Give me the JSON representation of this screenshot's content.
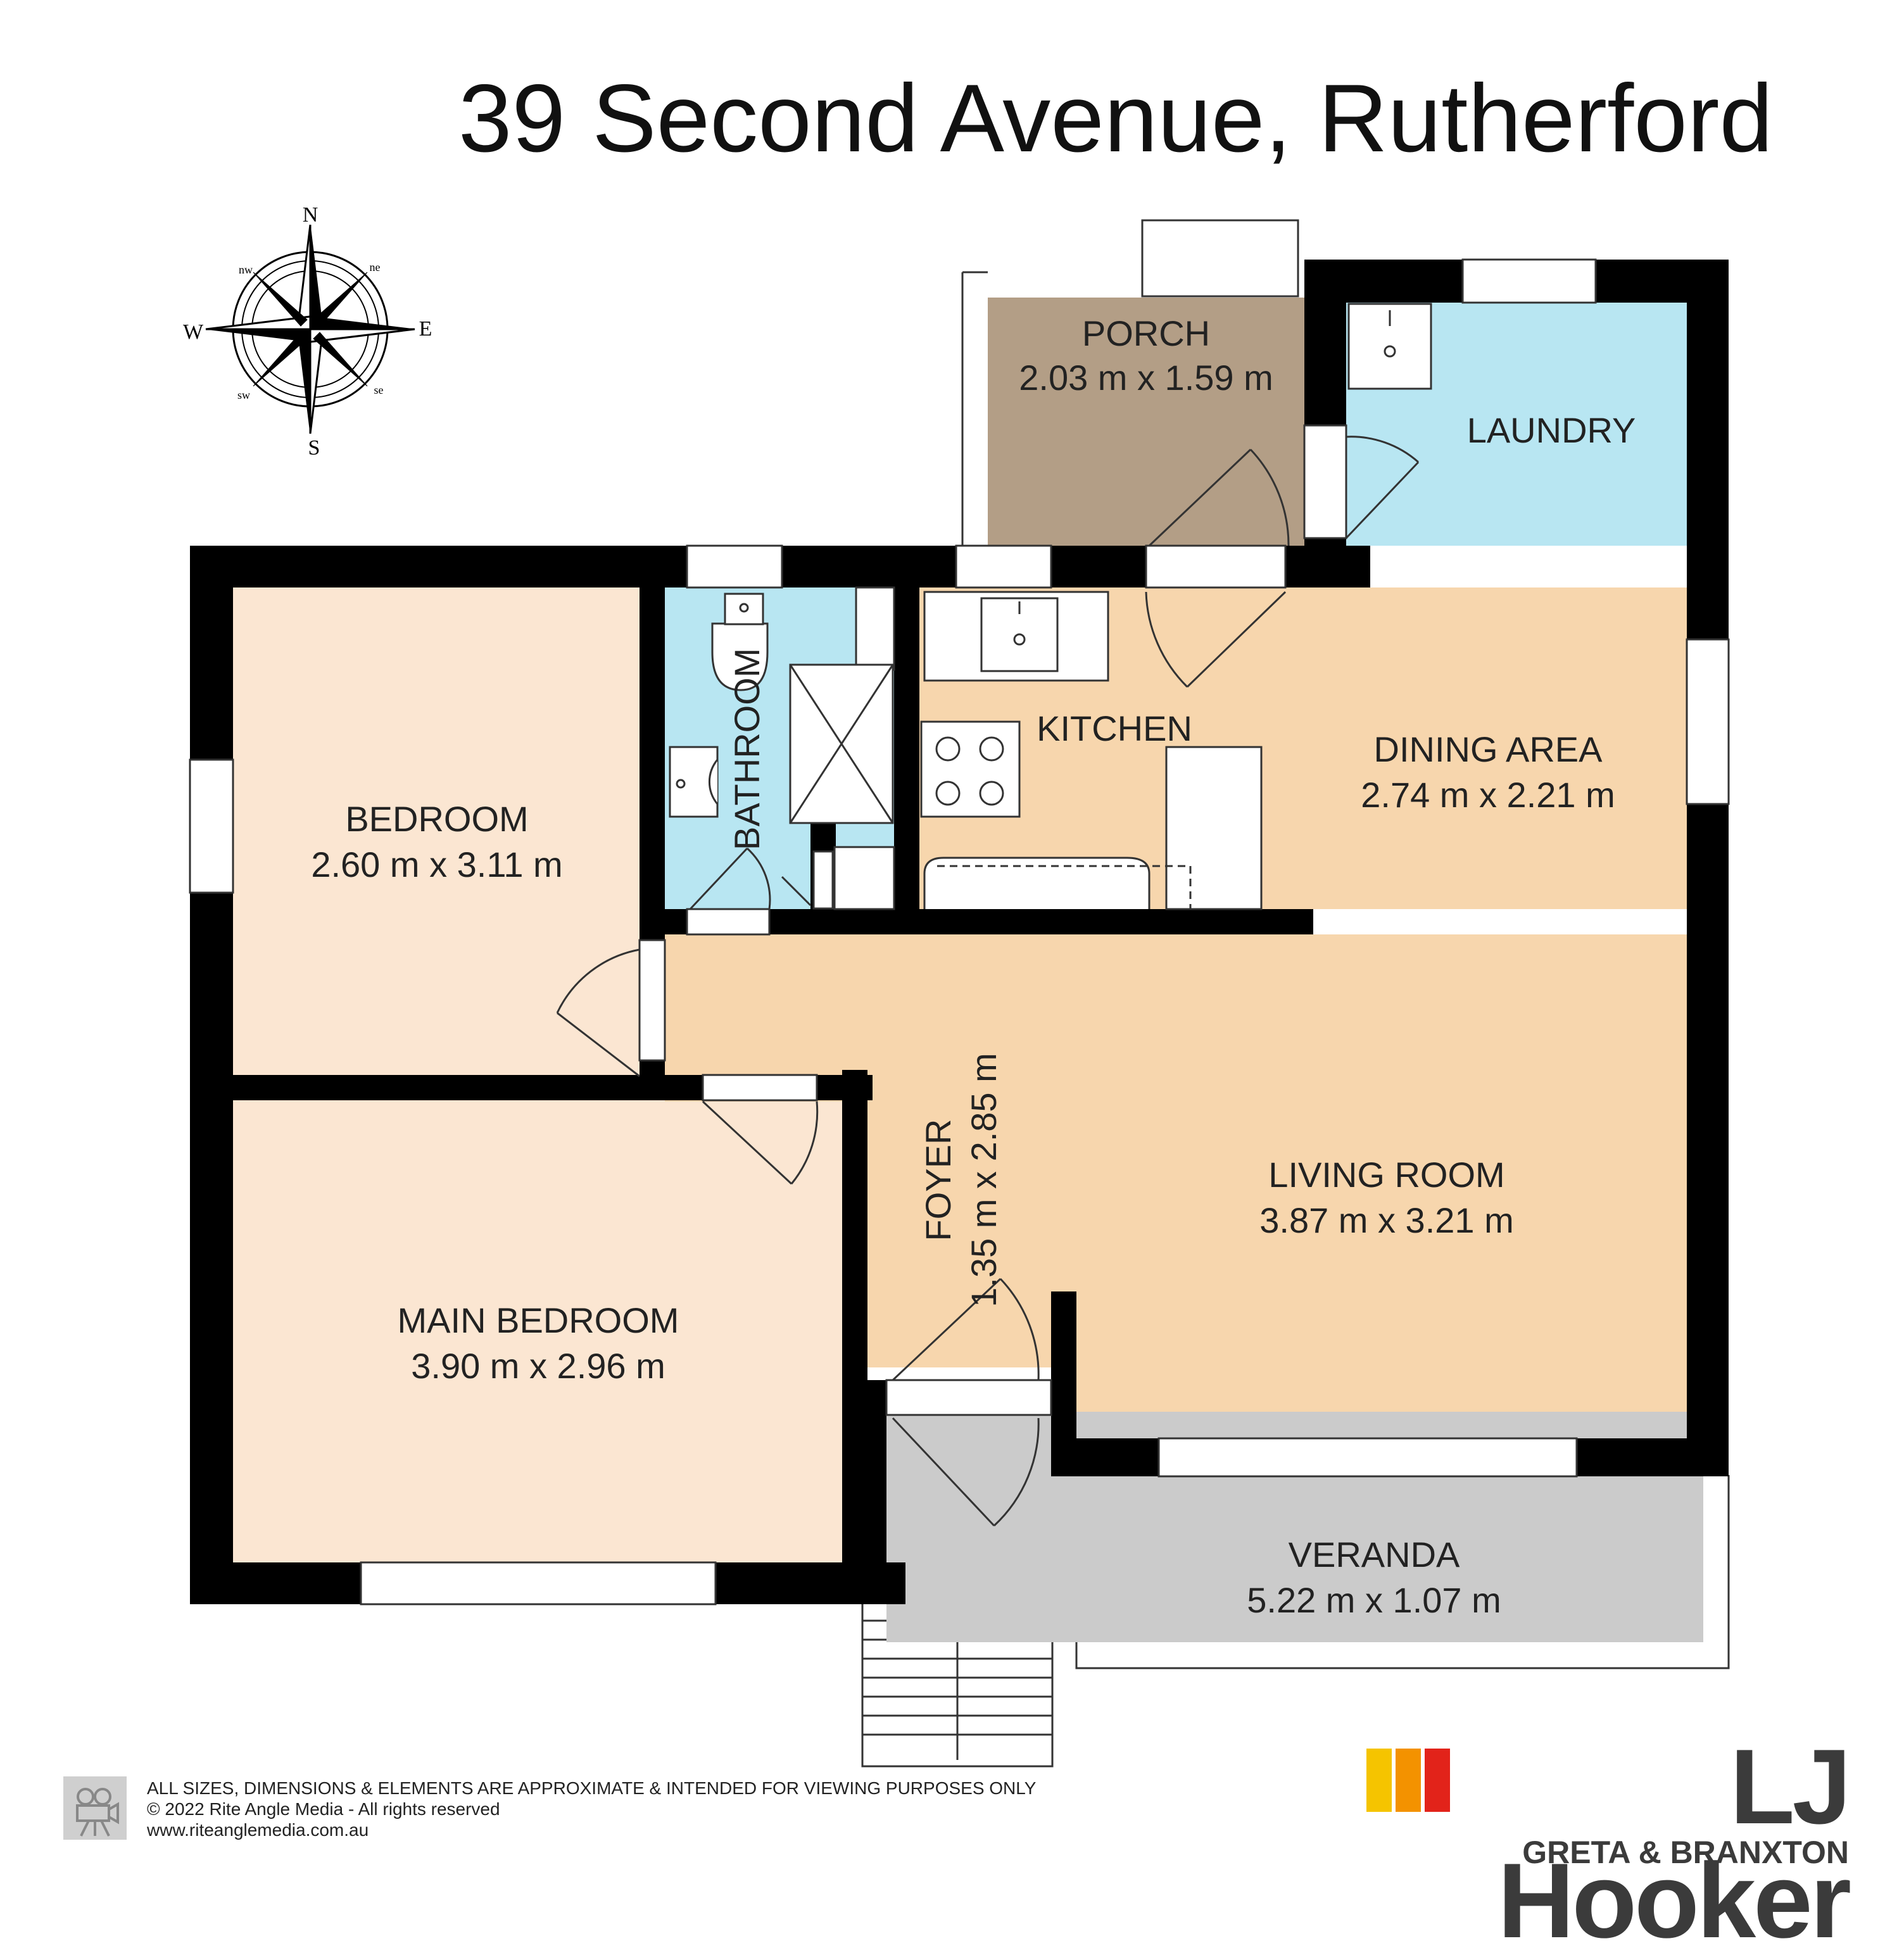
{
  "title": "39 Second Avenue, Rutherford",
  "compass": {
    "N": "N",
    "S": "S",
    "E": "E",
    "W": "W",
    "ne": "ne",
    "nw": "nw",
    "se": "se",
    "sw": "sw"
  },
  "rooms": {
    "porch": {
      "name": "PORCH",
      "dims": "2.03 m x 1.59 m"
    },
    "laundry": {
      "name": "LAUNDRY"
    },
    "bedroom": {
      "name": "BEDROOM",
      "dims": "2.60 m x 3.11 m"
    },
    "bathroom": {
      "name": "BATHROOM"
    },
    "kitchen": {
      "name": "KITCHEN"
    },
    "dining": {
      "name": "DINING AREA",
      "dims": "2.74 m x 2.21 m"
    },
    "foyer": {
      "name": "FOYER",
      "dims": "1.35 m x 2.85 m"
    },
    "living": {
      "name": "LIVING ROOM",
      "dims": "3.87 m x 3.21 m"
    },
    "main_bedroom": {
      "name": "MAIN BEDROOM",
      "dims": "3.90 m x 2.96 m"
    },
    "veranda": {
      "name": "VERANDA",
      "dims": "5.22 m x 1.07 m"
    }
  },
  "disclaimer": {
    "line1": "ALL SIZES, DIMENSIONS & ELEMENTS ARE APPROXIMATE & INTENDED FOR VIEWING PURPOSES ONLY",
    "line2": "© 2022 Rite Angle Media - All rights reserved",
    "line3": "www.riteanglemedia.com.au"
  },
  "brand": {
    "name": "LJ Hooker",
    "sub": "GRETA & BRANXTON",
    "bar_colors": [
      "#f5c400",
      "#f39200",
      "#e2231a"
    ]
  },
  "colors": {
    "wall": "#000000",
    "bed": "#fbe6d2",
    "living": "#f7d6ad",
    "wet": "#b8e6f2",
    "porch": "#b39e86",
    "veranda": "#cbcbcb"
  }
}
